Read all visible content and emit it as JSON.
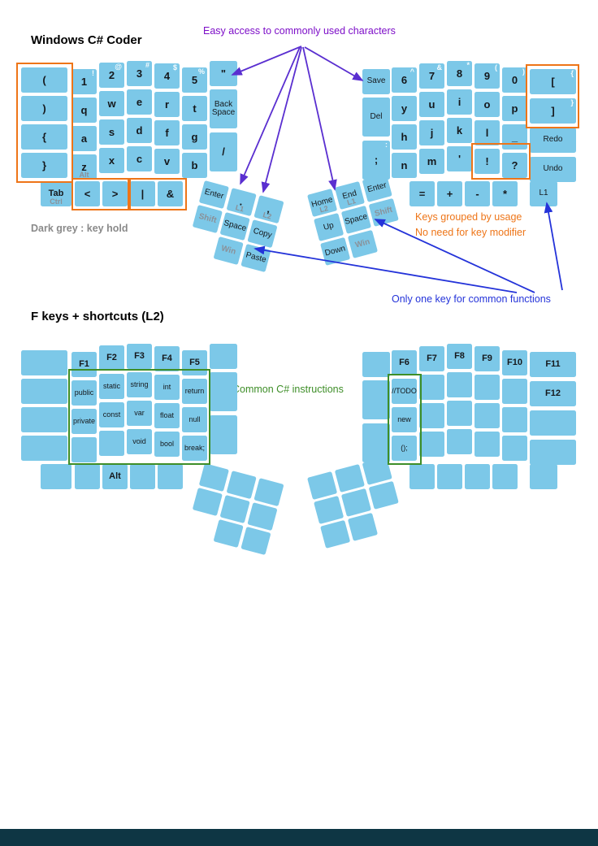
{
  "page": {
    "title_layer1": "Windows C# Coder",
    "title_layer2": "F keys + shortcuts (L2)"
  },
  "annotations": {
    "easy_access": "Easy access to commonly used characters",
    "dark_grey": "Dark grey : key hold",
    "grouped_line1": "Keys grouped by usage",
    "grouped_line2": "No need for key modifier",
    "one_key": "Only one key for common functions",
    "common_cs": "Common C# instructions"
  },
  "colors": {
    "key": "#7CC8E8",
    "orange": "#EE7518",
    "purple_text": "#7D0EC8",
    "arrow_purple": "#5A2FD0",
    "blue": "#2433D9",
    "green": "#3E8E28",
    "gray": "#8A9199",
    "footer": "#0E3644"
  },
  "layer1": {
    "left": {
      "outer": [
        {
          "l": "(",
          "n": "open-paren"
        },
        {
          "l": ")",
          "n": "close-paren"
        },
        {
          "l": "{",
          "n": "open-brace"
        },
        {
          "l": "}",
          "n": "close-brace"
        }
      ],
      "main": [
        [
          {
            "l": "1",
            "s": "!"
          },
          {
            "l": "2",
            "s": "@"
          },
          {
            "l": "3",
            "s": "#"
          },
          {
            "l": "4",
            "s": "$"
          },
          {
            "l": "5",
            "s": "%"
          }
        ],
        [
          {
            "l": "q"
          },
          {
            "l": "w"
          },
          {
            "l": "e"
          },
          {
            "l": "r"
          },
          {
            "l": "t"
          }
        ],
        [
          {
            "l": "a"
          },
          {
            "l": "s"
          },
          {
            "l": "d"
          },
          {
            "l": "f"
          },
          {
            "l": "g"
          }
        ],
        [
          {
            "l": "z",
            "h": "Alt"
          },
          {
            "l": "x"
          },
          {
            "l": "c"
          },
          {
            "l": "v"
          },
          {
            "l": "b"
          }
        ]
      ],
      "inner": [
        {
          "l": "\"",
          "n": "double-quote"
        },
        {
          "l": "Back Space",
          "sm": true,
          "n": "backspace"
        },
        {
          "l": "/",
          "n": "slash"
        }
      ],
      "bottom": [
        {
          "l": "Tab",
          "h": "Ctrl",
          "sm": true,
          "bd": true
        },
        {
          "l": "<",
          "n": "less-than"
        },
        {
          "l": ">",
          "n": "greater-than"
        },
        {
          "l": "|",
          "n": "pipe"
        },
        {
          "l": "&",
          "n": "ampersand"
        }
      ],
      "thumb": [
        [
          {
            "l": "Enter",
            "sm": true
          },
          {
            "l": ".",
            "h": "L1",
            "n": "period"
          },
          {
            "l": ",",
            "h": "L2",
            "n": "comma"
          }
        ],
        [
          {
            "l": "Shift",
            "g": true,
            "sm": true
          },
          {
            "l": "Space",
            "sm": true
          },
          {
            "l": "Copy",
            "sm": true
          }
        ],
        [
          null,
          {
            "l": "Win",
            "g": true,
            "sm": true
          },
          {
            "l": "Paste",
            "sm": true
          }
        ]
      ]
    },
    "right": {
      "inner": [
        {
          "l": "Save",
          "sm": true
        },
        {
          "l": "Del",
          "sm": true
        },
        {
          "l": ";",
          "s": ":",
          "n": "semicolon"
        }
      ],
      "main": [
        [
          {
            "l": "6",
            "s": "^"
          },
          {
            "l": "7",
            "s": "&"
          },
          {
            "l": "8",
            "s": "*"
          },
          {
            "l": "9",
            "s": "("
          },
          {
            "l": "0",
            "s": ")"
          }
        ],
        [
          {
            "l": "y"
          },
          {
            "l": "u"
          },
          {
            "l": "i"
          },
          {
            "l": "o"
          },
          {
            "l": "p"
          }
        ],
        [
          {
            "l": "h"
          },
          {
            "l": "j"
          },
          {
            "l": "k"
          },
          {
            "l": "l"
          },
          {
            "l": "_",
            "n": "underscore"
          }
        ],
        [
          {
            "l": "n"
          },
          {
            "l": "m"
          },
          {
            "l": "'",
            "n": "apostrophe"
          },
          {
            "l": "!",
            "n": "exclamation"
          },
          {
            "l": "?",
            "n": "question"
          }
        ]
      ],
      "outer": [
        {
          "l": "[",
          "s": "{",
          "n": "open-bracket"
        },
        {
          "l": "]",
          "s": "}",
          "n": "close-bracket"
        },
        {
          "l": "Redo",
          "sm": true
        },
        {
          "l": "Undo",
          "sm": true
        }
      ],
      "bottom": [
        {
          "l": "=",
          "n": "equals"
        },
        {
          "l": "+",
          "n": "plus"
        },
        {
          "l": "-",
          "n": "minus"
        },
        {
          "l": "*",
          "n": "asterisk"
        },
        {
          "l": "L1",
          "sm": true
        }
      ],
      "thumb": [
        [
          {
            "l": "Home",
            "h": "L2",
            "sm": true
          },
          {
            "l": "End",
            "h": "L1",
            "sm": true
          },
          {
            "l": "Enter",
            "sm": true
          }
        ],
        [
          {
            "l": "Up",
            "sm": true
          },
          {
            "l": "Space",
            "sm": true
          },
          {
            "l": "Shift",
            "g": true,
            "sm": true
          }
        ],
        [
          {
            "l": "Down",
            "sm": true
          },
          {
            "l": "Win",
            "g": true,
            "sm": true
          },
          null
        ]
      ]
    }
  },
  "layer2": {
    "left": {
      "outer": [
        {},
        {},
        {},
        {}
      ],
      "main": [
        [
          {
            "l": "F1",
            "sm": true,
            "bd": true
          },
          {
            "l": "F2",
            "sm": true,
            "bd": true
          },
          {
            "l": "F3",
            "sm": true,
            "bd": true
          },
          {
            "l": "F4",
            "sm": true,
            "bd": true
          },
          {
            "l": "F5",
            "sm": true,
            "bd": true
          }
        ],
        [
          {
            "l": "public",
            "cd": true
          },
          {
            "l": "static",
            "cd": true
          },
          {
            "l": "string",
            "cd": true
          },
          {
            "l": "int",
            "cd": true
          },
          {
            "l": "return",
            "cd": true
          }
        ],
        [
          {
            "l": "private",
            "cd": true
          },
          {
            "l": "const",
            "cd": true
          },
          {
            "l": "var",
            "cd": true
          },
          {
            "l": "float",
            "cd": true
          },
          {
            "l": "null",
            "cd": true
          }
        ],
        [
          {},
          {},
          {
            "l": "void",
            "cd": true
          },
          {
            "l": "bool",
            "cd": true
          },
          {
            "l": "break;",
            "cd": true,
            "n": "break-key"
          }
        ]
      ],
      "inner": [
        {},
        {},
        {}
      ],
      "bottom": [
        {},
        {},
        {
          "l": "Alt",
          "sm": true,
          "bd": true
        },
        {},
        {}
      ],
      "thumb": [
        [
          {},
          {},
          {}
        ],
        [
          {},
          {},
          {}
        ],
        [
          null,
          {},
          {}
        ]
      ]
    },
    "right": {
      "inner": [
        {},
        {},
        {}
      ],
      "main": [
        [
          {
            "l": "F6",
            "sm": true,
            "bd": true
          },
          {
            "l": "F7",
            "sm": true,
            "bd": true
          },
          {
            "l": "F8",
            "sm": true,
            "bd": true
          },
          {
            "l": "F9",
            "sm": true,
            "bd": true
          },
          {
            "l": "F10",
            "sm": true,
            "bd": true
          }
        ],
        [
          {
            "l": "//TODO",
            "cd": true,
            "n": "todo-comment"
          },
          {},
          {},
          {},
          {}
        ],
        [
          {
            "l": "new",
            "cd": true
          },
          {},
          {},
          {},
          {}
        ],
        [
          {
            "l": "();",
            "cd": true,
            "n": "call-parens-semicolon"
          },
          {},
          {},
          {},
          {}
        ]
      ],
      "outer": [
        {
          "l": "F11",
          "sm": true,
          "bd": true
        },
        {
          "l": "F12",
          "sm": true,
          "bd": true
        },
        {},
        {}
      ],
      "bottom": [
        {},
        {},
        {},
        {},
        {}
      ],
      "thumb": [
        [
          {},
          {},
          {}
        ],
        [
          {},
          {},
          {}
        ],
        [
          {},
          {},
          null
        ]
      ]
    }
  }
}
